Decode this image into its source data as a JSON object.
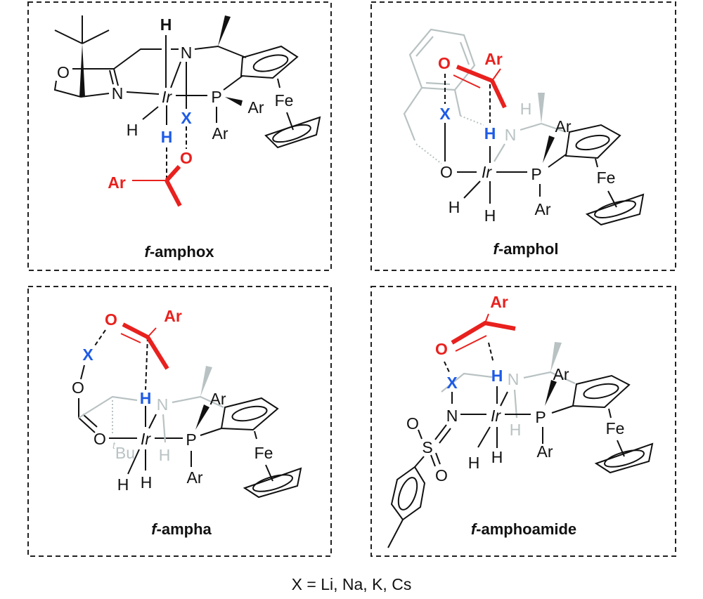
{
  "colors": {
    "substrate": "#e8211e",
    "metal_x": "#1e5be6",
    "background_ligand": "#b9c2c3",
    "bonds": "#111111"
  },
  "panels": [
    {
      "name": "f-amphox",
      "prefix": "f",
      "suffix": "-amphox",
      "atoms": [
        "H",
        "N",
        "O",
        "N",
        "Ir",
        "P",
        "Ar",
        "Fe",
        "X",
        "H",
        "H",
        "Ar",
        "O",
        "Ar"
      ]
    },
    {
      "name": "f-amphol",
      "prefix": "f",
      "suffix": "-amphol",
      "atoms": [
        "O",
        "Ar",
        "X",
        "H",
        "Ar",
        "H",
        "N",
        "O",
        "Ir",
        "P",
        "Fe",
        "H",
        "H",
        "Ar"
      ]
    },
    {
      "name": "f-ampha",
      "prefix": "f",
      "suffix": "-ampha",
      "atoms": [
        "O",
        "Ar",
        "X",
        "O",
        "H",
        "N",
        "Ar",
        "O",
        "Ir",
        "P",
        "t",
        "Bu",
        "H",
        "Fe",
        "H",
        "H",
        "Ar"
      ]
    },
    {
      "name": "f-amphoamide",
      "prefix": "f",
      "suffix": "-amphoamide",
      "atoms": [
        "Ar",
        "O",
        "H",
        "N",
        "X",
        "Ar",
        "N",
        "Ir",
        "P",
        "O",
        "H",
        "Fe",
        "S",
        "O",
        "H",
        "H",
        "Ar"
      ]
    }
  ],
  "caption": "X = Li, Na, K, Cs"
}
